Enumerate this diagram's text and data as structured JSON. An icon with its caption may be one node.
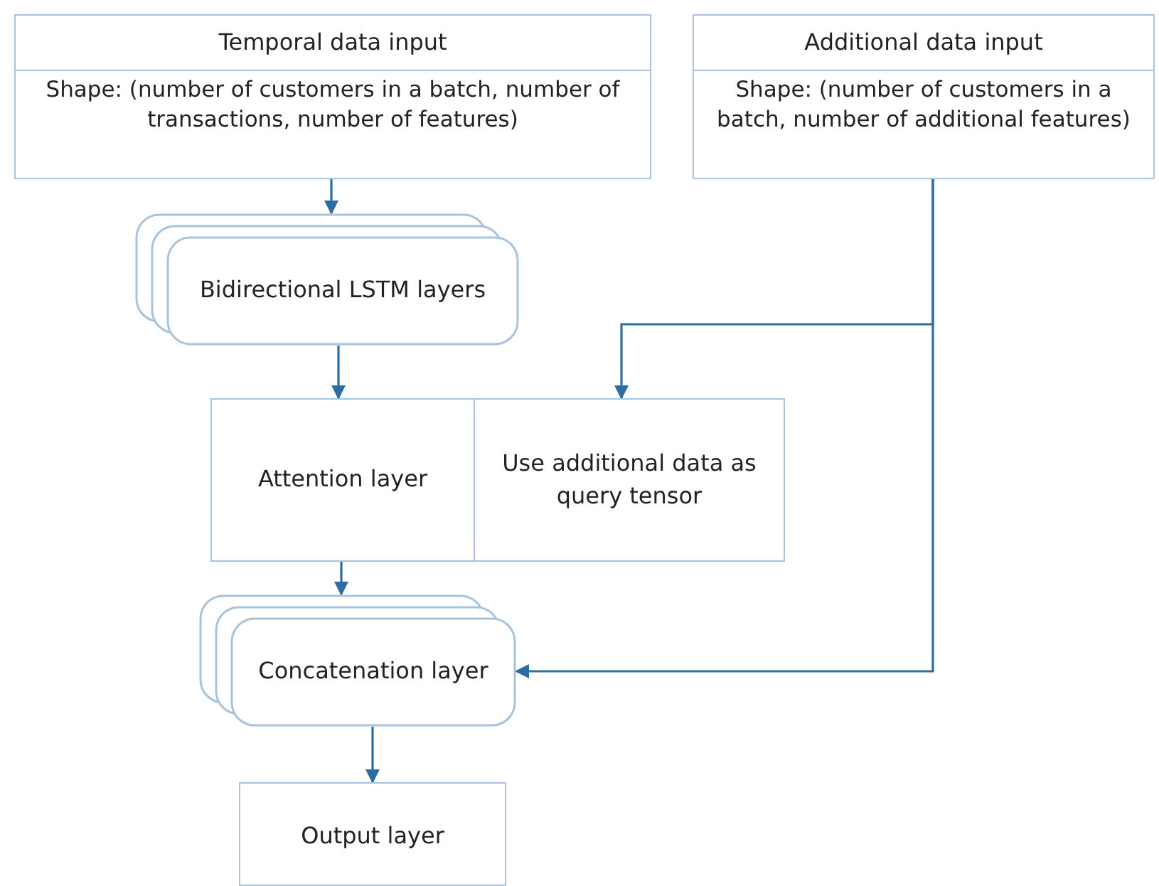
{
  "diagram": {
    "nodes": [
      {
        "text": [
          "Temporal data input",
          "Shape: (number of customers in a batch, number of transactions, number of features)"
        ]
      },
      {
        "text": [
          "Additional data input",
          "Shape: (number of customers in a batch, number of additional features)"
        ]
      },
      {
        "text": [
          "Bidirectional LSTM layers"
        ]
      },
      {
        "text": [
          "Attention layer"
        ]
      },
      {
        "text": [
          "Use additional data as query tensor"
        ]
      },
      {
        "text": [
          "Concatenation layer"
        ]
      },
      {
        "text": [
          "Output layer"
        ]
      }
    ],
    "edges": [
      {
        "from": 0,
        "to": 2,
        "arrow": "to"
      },
      {
        "from": 1,
        "to": 4,
        "arrow": "to"
      },
      {
        "from": 1,
        "to": 5,
        "arrow": "to"
      },
      {
        "from": 2,
        "to": 3,
        "arrow": "to"
      },
      {
        "from": 3,
        "to": 5,
        "arrow": "to"
      },
      {
        "from": 5,
        "to": 6,
        "arrow": "to"
      }
    ]
  }
}
